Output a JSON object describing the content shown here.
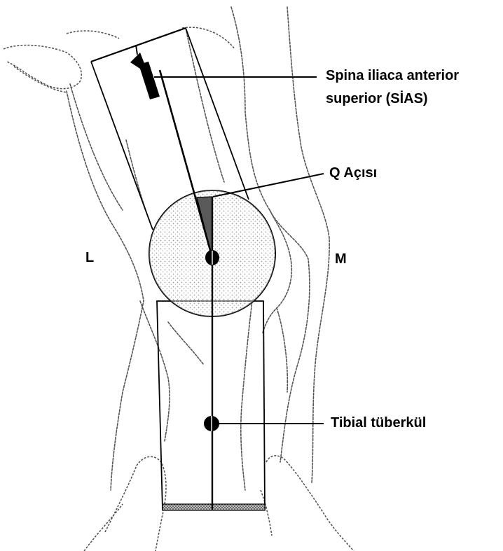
{
  "labels": {
    "sias_line1": "Spina iliaca anterior",
    "sias_line2": "superior (SİAS)",
    "q_angle": "Q Açısı",
    "lateral": "L",
    "medial": "M",
    "tibial": "Tibial tüberkül"
  },
  "colors": {
    "ink": "#000000",
    "sketch": "#555555",
    "shade": "#8a8a8a",
    "background": "#ffffff"
  }
}
